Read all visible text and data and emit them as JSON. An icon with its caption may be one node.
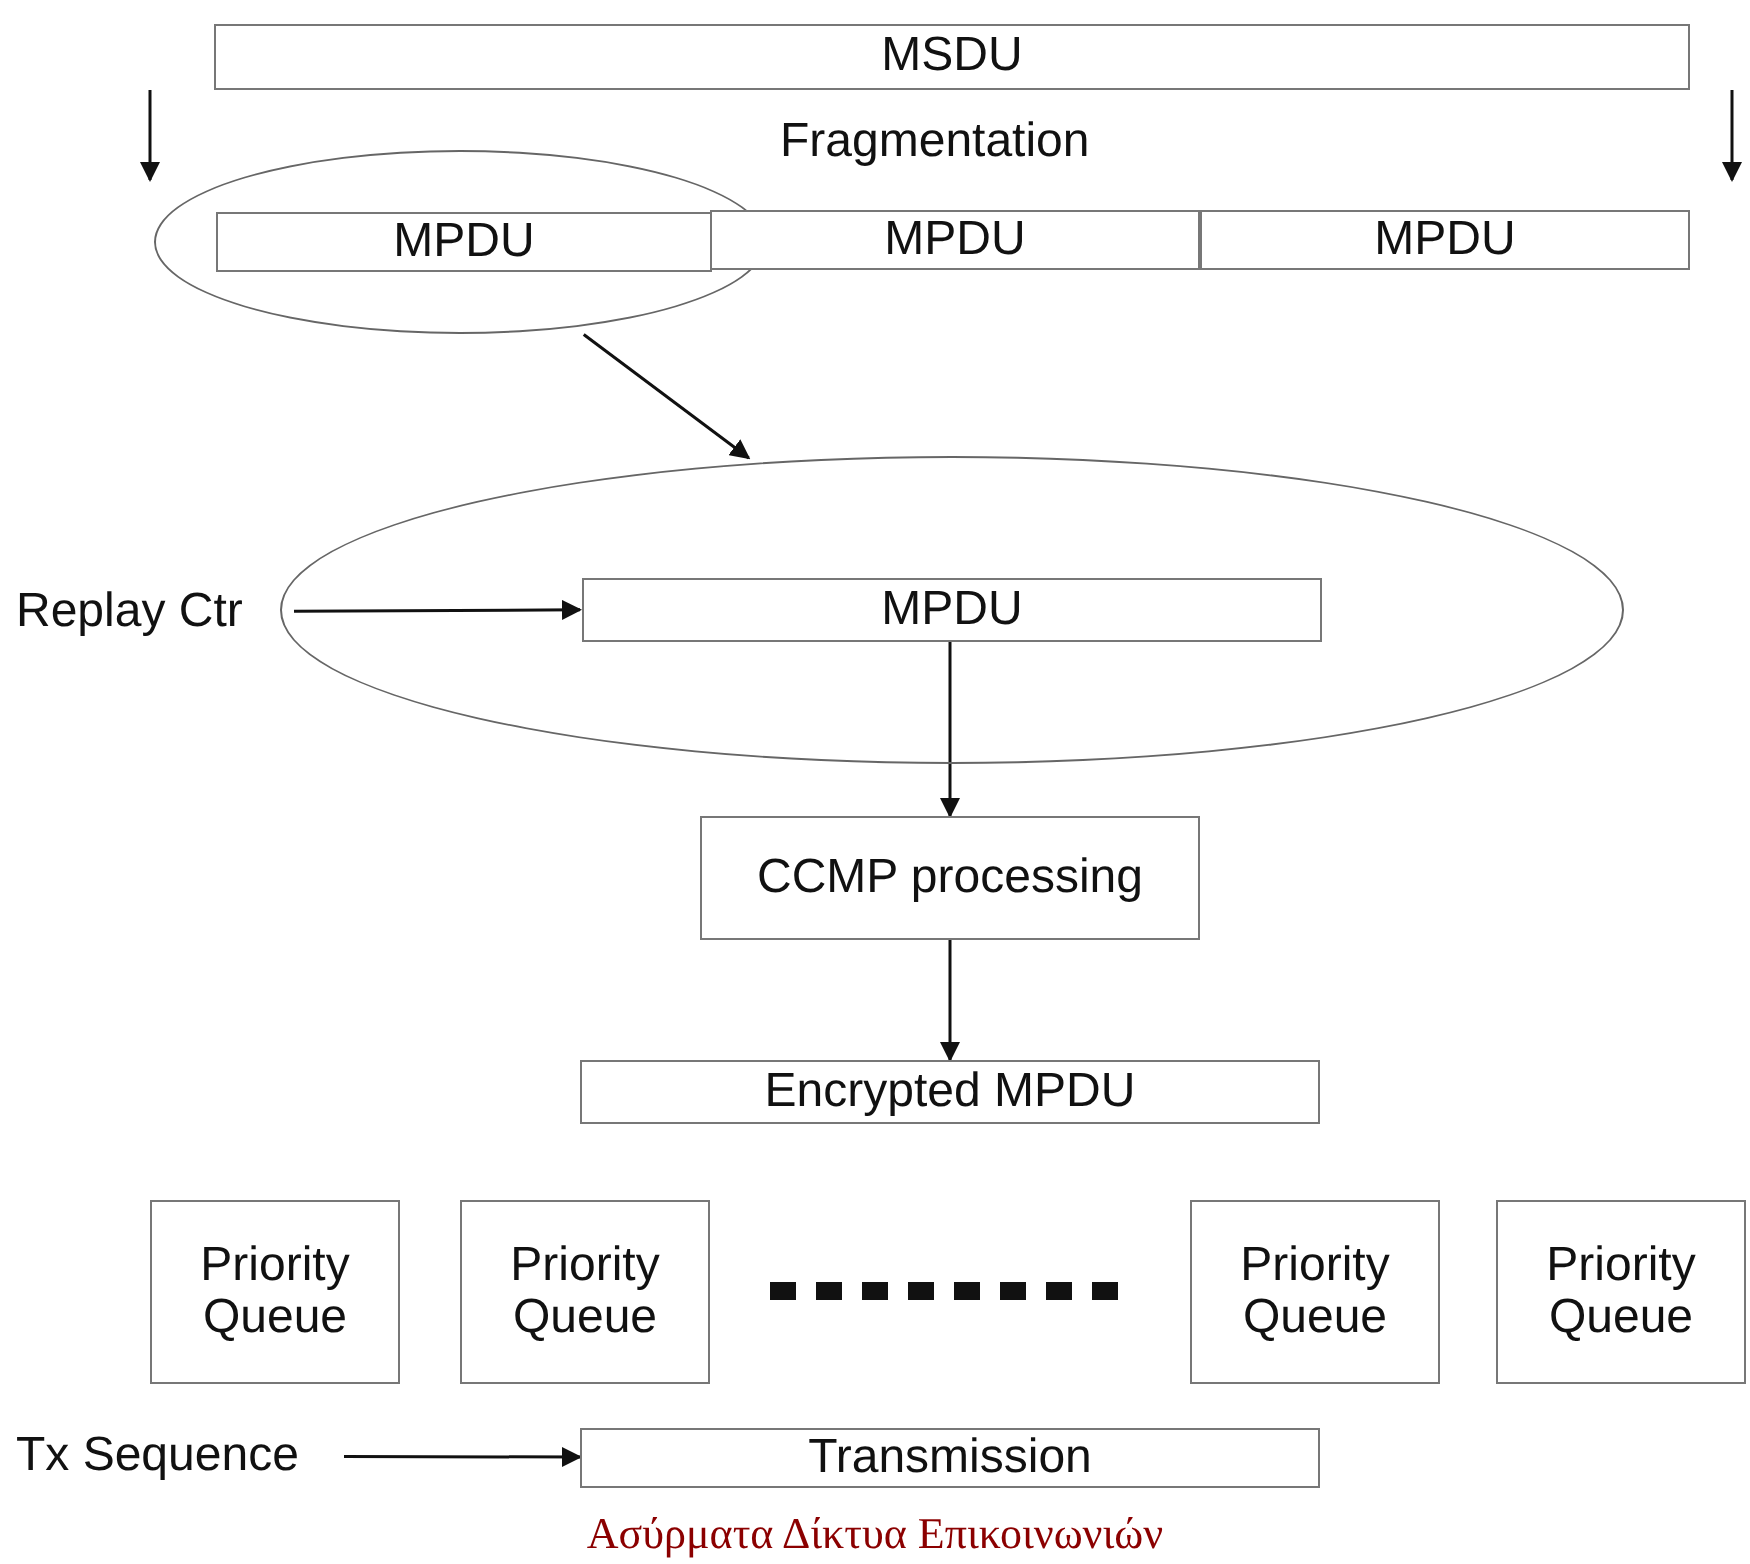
{
  "diagram": {
    "caption": "Ασύρματα Δίκτυα Επικοινωνιών",
    "nodes": [
      {
        "text": [
          "MSDU"
        ]
      },
      {
        "text": [],
        "shape": "ellipse"
      },
      {
        "text": [
          "MPDU"
        ],
        "in": 1
      },
      {
        "text": [
          "MPDU"
        ]
      },
      {
        "text": [
          "MPDU"
        ]
      },
      {
        "text": [],
        "shape": "ellipse"
      },
      {
        "text": [
          "Replay Ctr"
        ]
      },
      {
        "text": [
          "MPDU"
        ],
        "in": 5
      },
      {
        "text": [
          "CCMP processing"
        ]
      },
      {
        "text": [
          "Encrypted MPDU"
        ]
      },
      {
        "text": [
          "Priority Queue"
        ]
      },
      {
        "text": [
          "Priority Queue"
        ]
      },
      {
        "text": [
          "Priority Queue"
        ]
      },
      {
        "text": [
          "Priority Queue"
        ]
      },
      {
        "text": [
          "Tx Sequence"
        ]
      },
      {
        "text": [
          "Transmission"
        ]
      }
    ],
    "edges": [
      {
        "from": 1,
        "to": 5,
        "arrow": "to"
      },
      {
        "from": 6,
        "to": 7,
        "arrow": "to"
      },
      {
        "from": 7,
        "to": 8,
        "arrow": "to"
      },
      {
        "from": 8,
        "to": 9,
        "arrow": "to"
      },
      {
        "from": 14,
        "to": 15,
        "arrow": "to"
      }
    ],
    "labels": [
      "Fragmentation"
    ]
  }
}
